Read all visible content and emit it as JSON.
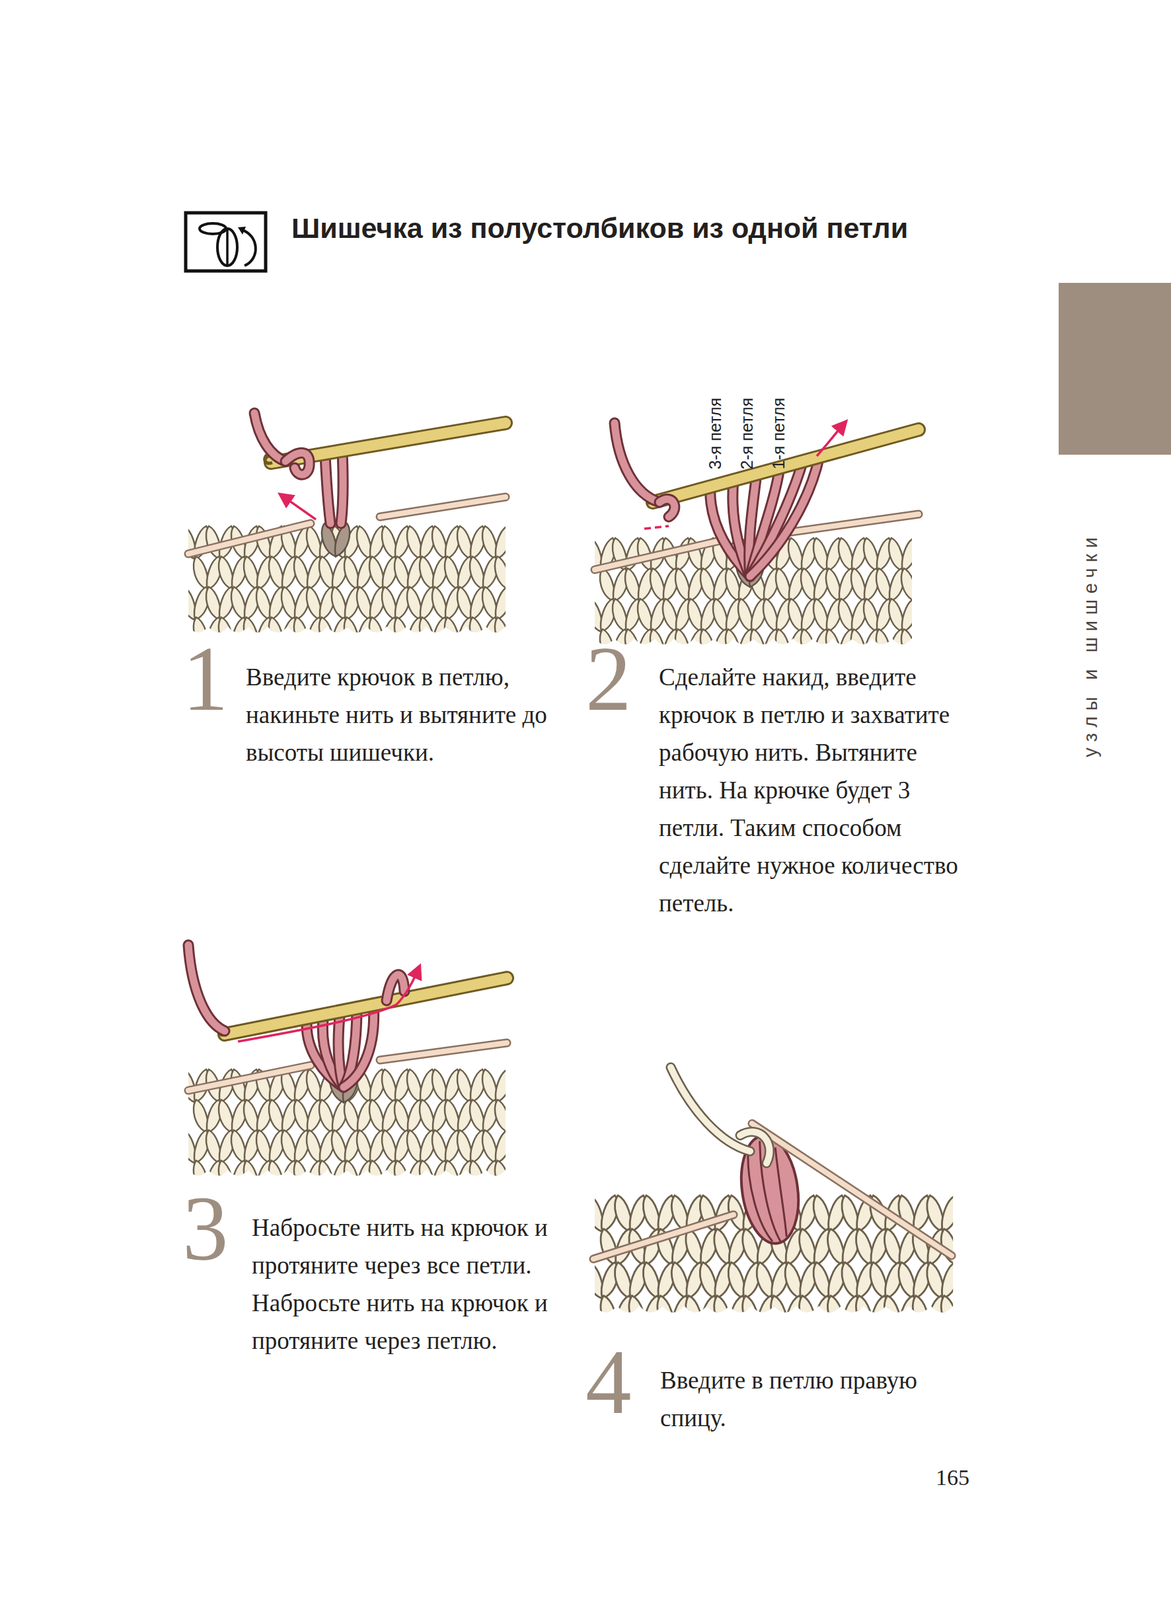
{
  "diagram": {
    "title": "Шишечка из полустолбиков из одной петли",
    "labels": [
      "3-я петля",
      "2-я петля",
      "1-я петля",
      "1",
      "Введите крючок в петлю, накиньте нить и вытяните до высоты шишечки.",
      "2",
      "Сделайте накид, введите крючок в петлю и захватите рабочую нить. Вытяните нить. На крючке будет 3 петли. Таким способом сделайте нужное количество петель.",
      "3",
      "Набросьте нить на крючок и протяните через все петли. Набросьте нить на крючок и протяните через петлю.",
      "4",
      "Введите в петлю правую спицу.",
      "узлы и шишечки",
      "165"
    ]
  }
}
